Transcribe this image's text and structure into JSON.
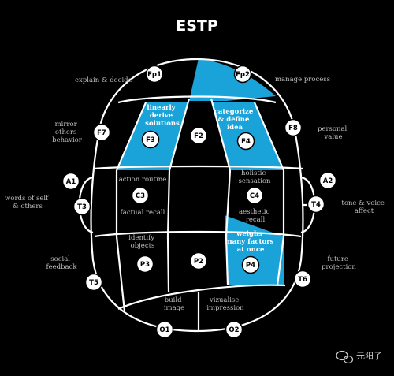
{
  "title": "ESTP",
  "colors": {
    "background": "#000000",
    "highlight": "#1aa3d9",
    "line": "#ffffff",
    "text": "#bfbfbf"
  },
  "side_labels": {
    "explain_decide": "explain & decide",
    "manage_process": "manage process",
    "mirror_others": [
      "mirror",
      "others",
      "behavior"
    ],
    "personal_value": [
      "personal",
      "value"
    ],
    "words_self": [
      "words of self",
      "& others"
    ],
    "tone_voice": [
      "tone & voice",
      "affect"
    ],
    "social_feedback": [
      "social",
      "feedback"
    ],
    "future_projection": [
      "future",
      "projection"
    ]
  },
  "regions": {
    "f3": [
      "linearly",
      "derive",
      "solutions"
    ],
    "f4": [
      "categorize",
      "& define",
      "idea"
    ],
    "c3_top": "action routine",
    "c3_bottom": "factual recall",
    "c4_top": [
      "holistic",
      "sensation"
    ],
    "c4_bottom": [
      "aesthetic",
      "recall"
    ],
    "p3": [
      "identify",
      "objects"
    ],
    "p4": [
      "weighs",
      "many factors",
      "at once"
    ],
    "build_image": [
      "build",
      "image"
    ],
    "visualise_impression": [
      "vizualise",
      "impression"
    ]
  },
  "nodes": {
    "Fp1": "Fp1",
    "Fp2": "Fp2",
    "F7": "F7",
    "F8": "F8",
    "F3": "F3",
    "F4": "F4",
    "Fz": "F2",
    "A1": "A1",
    "A2": "A2",
    "T3": "T3",
    "T4": "T4",
    "C3": "C3",
    "C4": "C4",
    "P3": "P3",
    "P4": "P4",
    "Pz": "P2",
    "T5": "T5",
    "T6": "T6",
    "O1": "O1",
    "O2": "O2"
  },
  "watermark": "元阳子"
}
